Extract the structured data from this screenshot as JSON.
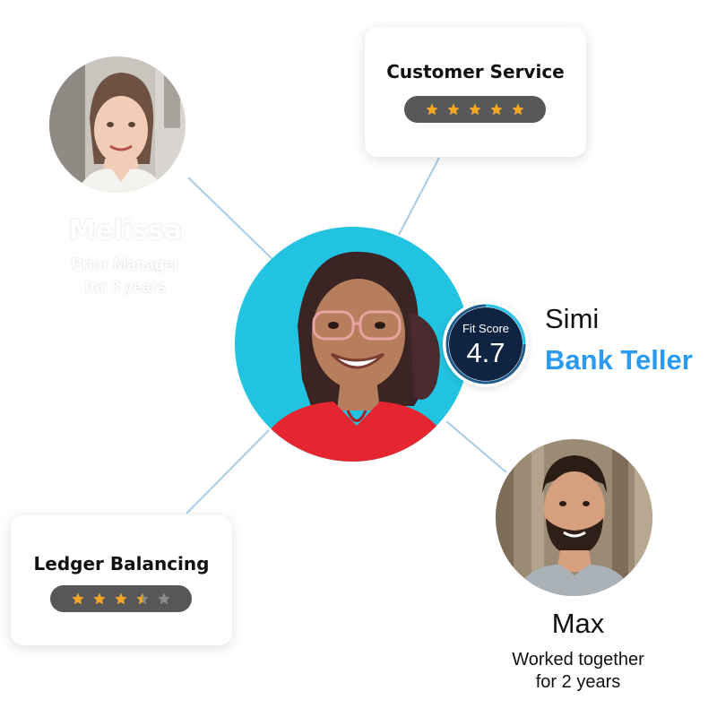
{
  "skill_cards": [
    {
      "title": "Customer Service",
      "rating": 5,
      "max": 5
    },
    {
      "title": "Ledger Balancing",
      "rating": 3.5,
      "max": 5
    }
  ],
  "candidate": {
    "name": "Simi",
    "role": "Bank Teller"
  },
  "fit_score": {
    "label": "Fit Score",
    "value": "4.7"
  },
  "references": [
    {
      "name": "Melissa",
      "relation_line1": "Prior Manager",
      "relation_line2": "for 3 years"
    },
    {
      "name": "Max",
      "relation_line1": "Worked together",
      "relation_line2": "for 2 years"
    }
  ],
  "colors": {
    "star_filled": "#f5a623",
    "star_empty": "#8a8c8e",
    "connector": "#a9cbe3",
    "role_text": "#2b9af3",
    "badge_bg": "#0f2443",
    "pill_bg": "#555759",
    "candidate_bg": "#22c3e0"
  }
}
